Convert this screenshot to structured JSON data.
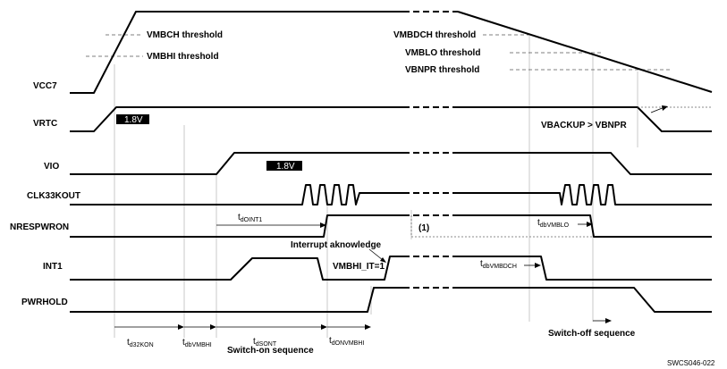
{
  "signals": {
    "vcc7": "VCC7",
    "vrtc": "VRTC",
    "vio": "VIO",
    "clk33kout": "CLK33KOUT",
    "nrespwron": "NRESPWRON",
    "int1": "INT1",
    "pwrhold": "PWRHOLD"
  },
  "thresholds": {
    "vmbch": "VMBCH threshold",
    "vmbhi": "VMBHI threshold",
    "vmbdch": "VMBDCH threshold",
    "vmblo": "VMBLO threshold",
    "vbnpr": "VBNPR threshold"
  },
  "badges": {
    "vrtc_level": "1.8V",
    "vio_level": "1.8V"
  },
  "labels": {
    "vbackup": "VBACKUP > VBNPR",
    "interrupt_ack": "Interrupt aknowledge",
    "vmbhi_it": "VMBHI_IT=1",
    "note_1": "(1)",
    "switch_on": "Switch-on sequence",
    "switch_off": "Switch-off sequence",
    "figure_id": "SWCS046-022"
  },
  "timing": {
    "d32kon": {
      "t": "t",
      "sub": "d32KON"
    },
    "dbvmbhi": {
      "t": "t",
      "sub": "dbVMBHI"
    },
    "dsont": {
      "t": "t",
      "sub": "dSONT"
    },
    "donvmbhi": {
      "t": "t",
      "sub": "dONVMBHI"
    },
    "dointi": {
      "t": "t",
      "sub": "dOINT1"
    },
    "dbvmblo": {
      "t": "t",
      "sub": "dbVMBLO"
    },
    "dbvmbdch": {
      "t": "t",
      "sub": "dbVMBDCH"
    }
  }
}
